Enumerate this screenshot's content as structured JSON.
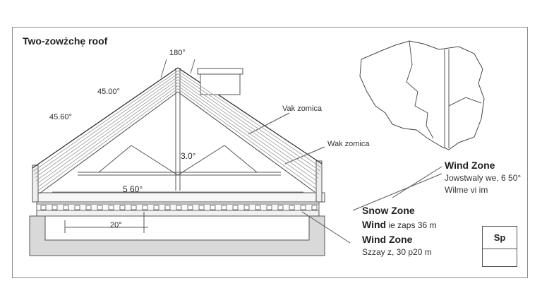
{
  "title": "Two-zowżche̜ roof",
  "angles": {
    "ridge": "180°",
    "upper_left": "45.00°",
    "lower_left": "45.60°",
    "inner": "3.0°",
    "base": "5 60°"
  },
  "dimension": "20°",
  "callouts": {
    "upper_right": "Vak zomica",
    "lower_right": "Wak zomica"
  },
  "zones": {
    "wind1_title": "Wind Zone",
    "wind1_line1": "Jowstwaly we, 6 50°",
    "wind1_line2": "Wilme vi im",
    "snow_title": "Snow Zone",
    "wind2_bold": "Wind",
    "wind2_rest": "ie zaps 36 m",
    "wind3_title": "Wind Zone",
    "wind3_line": "Szzay z, 30 p20 m"
  },
  "stamp": "Sp",
  "colors": {
    "line": "#3a3a3a",
    "hatch": "#9a9a9a",
    "fill_concrete": "#d9d9d9"
  }
}
